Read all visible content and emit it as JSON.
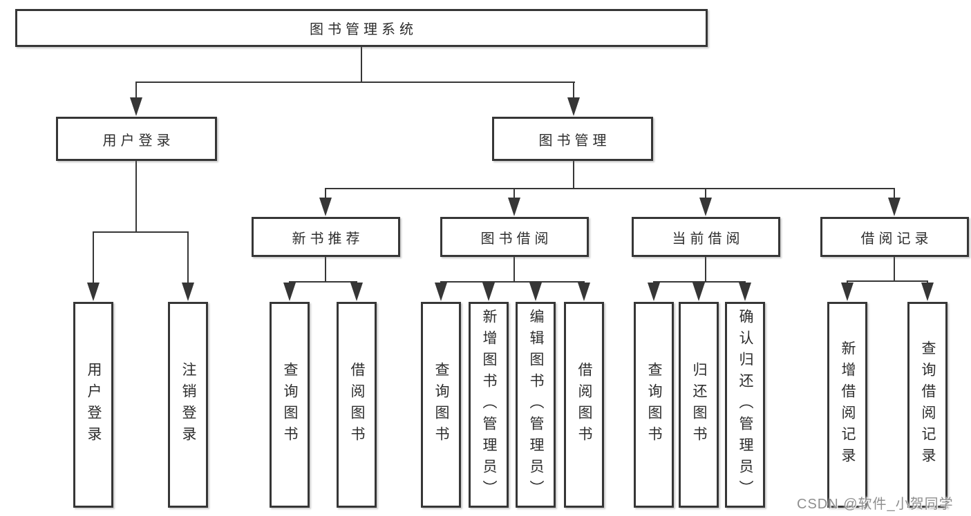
{
  "title": "图书管理系统",
  "branches": {
    "login": {
      "label": "用户登录",
      "children": [
        "用户登录",
        "注销登录"
      ]
    },
    "management": {
      "label": "图书管理"
    }
  },
  "modules": [
    {
      "label": "新书推荐",
      "children": [
        "查询图书",
        "借阅图书"
      ]
    },
    {
      "label": "图书借阅",
      "children": [
        "查询图书",
        "新增图书（管理员）",
        "编辑图书（管理员）",
        "借阅图书"
      ]
    },
    {
      "label": "当前借阅",
      "children": [
        "查询图书",
        "归还图书",
        "确认归还（管理员）"
      ]
    },
    {
      "label": "借阅记录",
      "children": [
        "新增借阅记录",
        "查询借阅记录"
      ]
    }
  ],
  "watermark": "CSDN @软件_小贺同学",
  "colors": {
    "line": "#363636",
    "text": "#2d2d2d",
    "background": "#ffffff",
    "watermark": "#8f8f8f"
  }
}
